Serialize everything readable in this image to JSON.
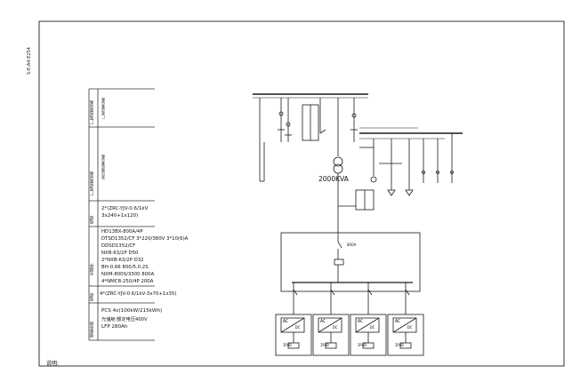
{
  "sheet": {
    "frame_code": "S-E-A4-E254",
    "notes_label": "说明:"
  },
  "table": {
    "rows": [
      {
        "key": "prod",
        "category": "厂家成套设备",
        "content": "厂家成套设备"
      },
      {
        "key": "pv",
        "category": "厂家成套设备",
        "content": "变压器成套设备"
      },
      {
        "key": "cable",
        "category": "电缆",
        "lines": [
          "2*(ZRC-YJV-0.6/1kV",
          "3x240+1x120)"
        ]
      },
      {
        "key": "components",
        "category": "元器件",
        "lines": [
          "HD13BX-800A/4P",
          "DTSD1352/CF  3*220/380V 3*10(6)A",
          "DDSD1352/CF",
          "NXB-63/2P D50",
          "2*NXB-63/2P D32",
          "BH-0.66 800/5,0.2S",
          "NXM-800S/3300 800A",
          "4*NMC8-250/4P 200A"
        ]
      },
      {
        "key": "cable2",
        "category": "电缆",
        "lines": [
          "4*(ZRC-YJV-0.6/1kV-3x70+1x35)"
        ]
      },
      {
        "key": "storage",
        "category": "储能系统",
        "lines": [
          "PCS 4x(100kW/215kWh)",
          "光储舱:额定电压400V",
          "LFP 280Ah"
        ]
      }
    ]
  },
  "diagram": {
    "transformer_label": "2000KVA",
    "switch_label": "800A",
    "cabinets": [
      {
        "key": "c1",
        "top": "AC",
        "bottom": "DC",
        "tag": "IP40"
      },
      {
        "key": "c2",
        "top": "AC",
        "bottom": "DC",
        "tag": "IP40"
      },
      {
        "key": "c3",
        "top": "AC",
        "bottom": "DC",
        "tag": "IP40"
      },
      {
        "key": "c4",
        "top": "AC",
        "bottom": "DC",
        "tag": "IP40"
      }
    ]
  },
  "colors": {
    "line": "#1a1a1a",
    "frame": "#333333"
  }
}
